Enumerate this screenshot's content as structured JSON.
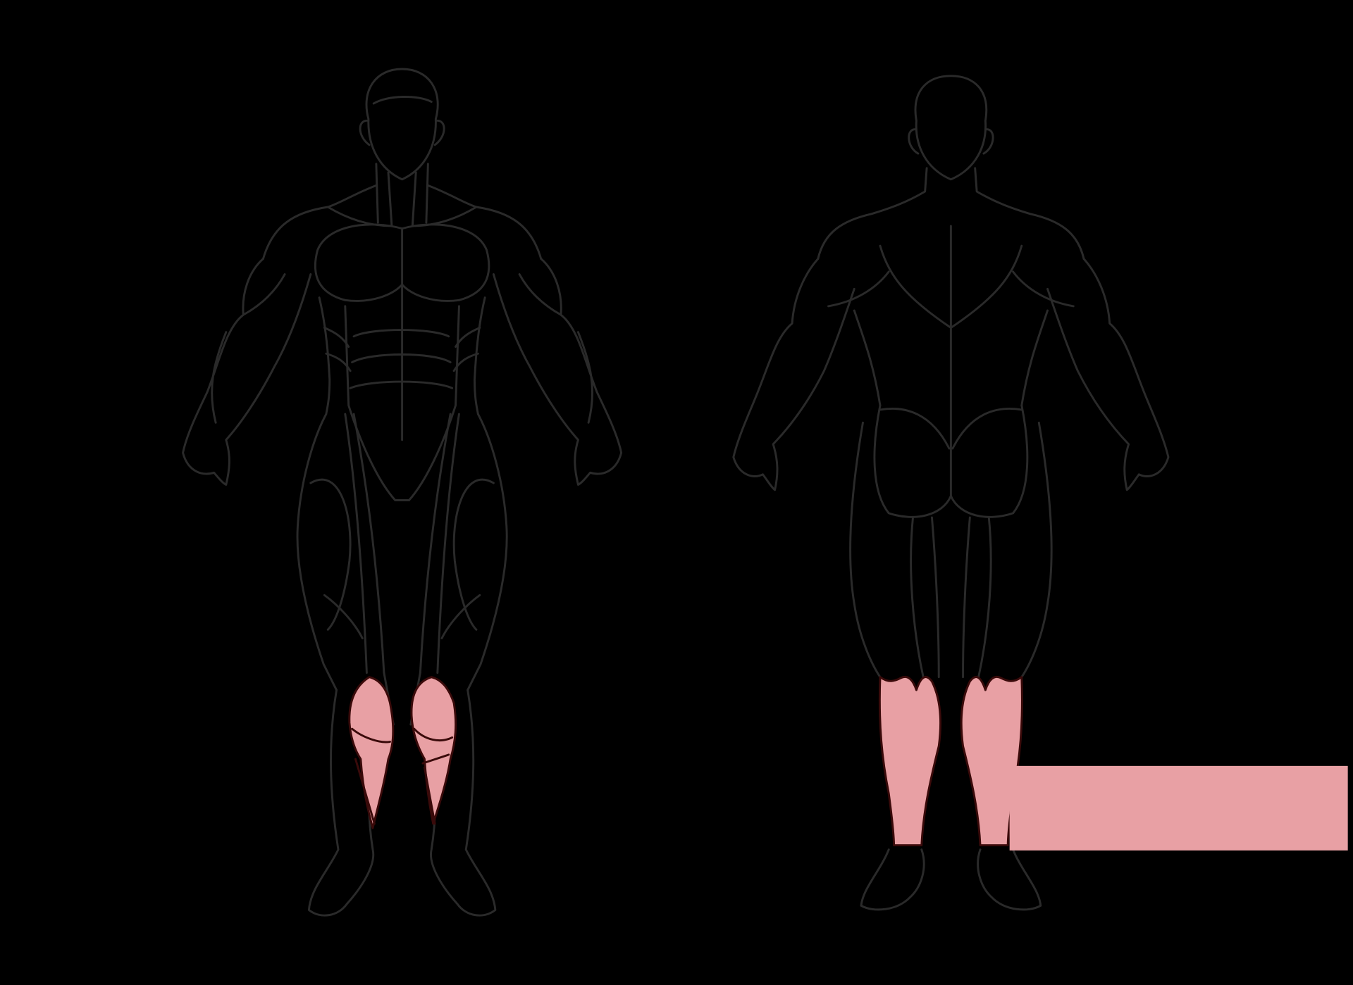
{
  "figure": {
    "views": [
      {
        "view": "front",
        "highlighted_region": "calves"
      },
      {
        "view": "back",
        "highlighted_region": "calves"
      }
    ],
    "colors": {
      "background": "#000000",
      "outline": "#2a2a2a",
      "highlight": "#e8a0a4",
      "highlight_outline": "#3a0a0a"
    },
    "icons": [
      "front-body-figure",
      "back-body-figure",
      "legend-swatch"
    ]
  }
}
